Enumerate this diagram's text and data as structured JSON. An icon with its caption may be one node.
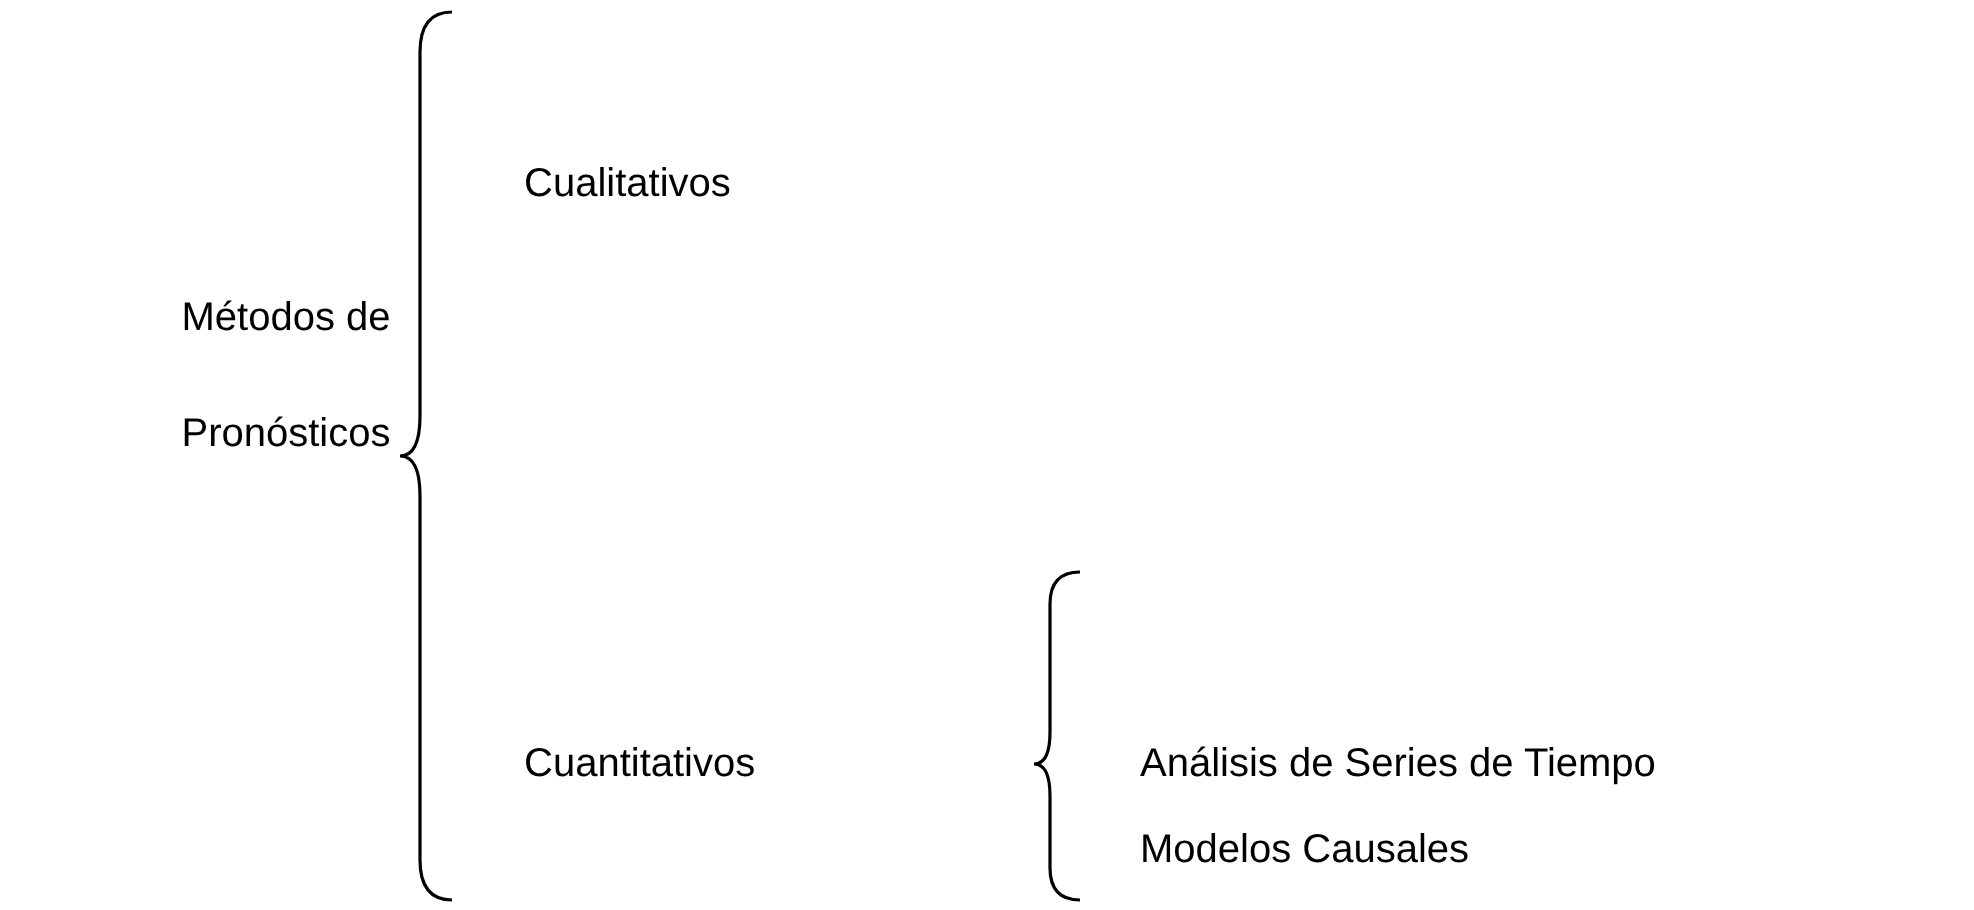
{
  "diagram": {
    "labels": [
      "Métodos de Pronósticos",
      "Cualitativos",
      "Cuantitativos",
      "Análisis de Series de Tiempo",
      "Modelos Causales"
    ]
  }
}
